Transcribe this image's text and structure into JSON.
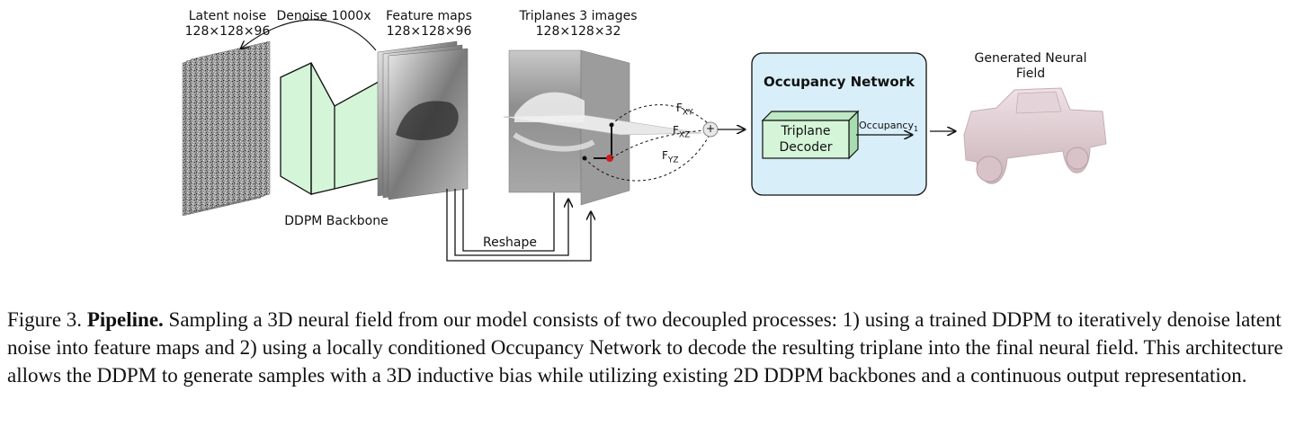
{
  "figure": {
    "latent_noise": {
      "title": "Latent noise",
      "dims": "128×128×96"
    },
    "denoise_label": "Denoise 1000x",
    "feature_maps": {
      "title": "Feature maps",
      "dims": "128×128×96"
    },
    "triplanes": {
      "title": "Triplanes 3 images",
      "dims": "128×128×32"
    },
    "backbone_label": "DDPM Backbone",
    "reshape_label": "Reshape",
    "features": {
      "fxy": "F",
      "fxy_sub": "XY",
      "fxz": "F",
      "fxz_sub": "XZ",
      "fyz": "F",
      "fyz_sub": "YZ"
    },
    "sum_symbol": "+",
    "occupancy_network": {
      "title": "Occupancy Network",
      "decoder_line1": "Triplane",
      "decoder_line2": "Decoder",
      "output": "Occupancy",
      "output_sub": "1"
    },
    "generated": {
      "line1": "Generated Neural",
      "line2": "Field"
    }
  },
  "caption": {
    "prefix": "Figure 3.",
    "bold": "Pipeline.",
    "text": "Sampling a 3D neural field from our model consists of two decoupled processes: 1) using a trained DDPM to iteratively denoise latent noise into feature maps and 2) using a locally conditioned Occupancy Network to decode the resulting triplane into the final neural field. This architecture allows the DDPM to generate samples with a 3D inductive bias while utilizing existing 2D DDPM backbones and a continuous output representation."
  },
  "colors": {
    "backbone_fill": "#d4f5d8",
    "occupancy_fill": "#d8eef8",
    "decoder_fill": "#d4f5d8",
    "sample_point": "#cc1c1c",
    "car": "#e6d4d9"
  }
}
